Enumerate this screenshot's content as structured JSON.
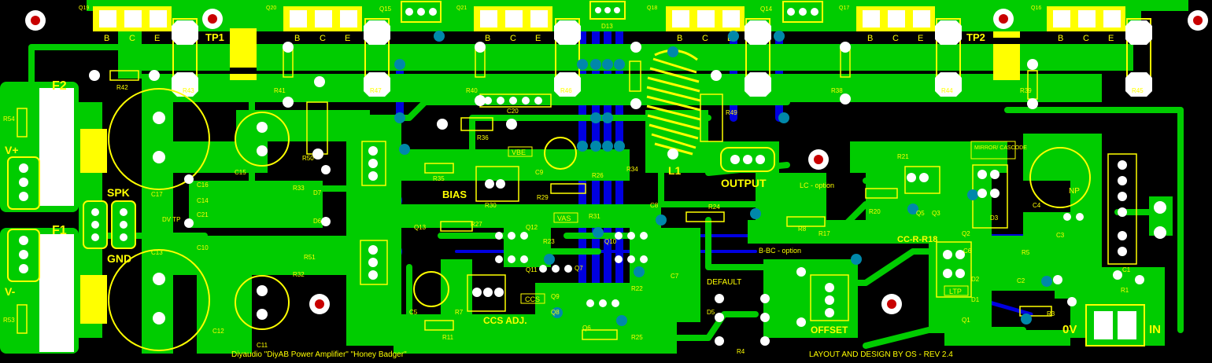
{
  "colors": {
    "background": "#000000",
    "copper_top": "#00cc00",
    "copper_bottom": "#0000e0",
    "silkscreen": "#ffff00",
    "pad": "#ffffff",
    "via": "#0088aa",
    "hole": "#c80000"
  },
  "transistors_top": [
    {
      "ref": "Q19",
      "pins": [
        "B",
        "C",
        "E"
      ]
    },
    {
      "ref": "Q20",
      "pins": [
        "B",
        "C",
        "E"
      ]
    },
    {
      "ref": "Q21",
      "pins": [
        "B",
        "C",
        "E"
      ]
    },
    {
      "ref": "Q18",
      "pins": [
        "B",
        "C",
        "E"
      ]
    },
    {
      "ref": "Q17",
      "pins": [
        "B",
        "C",
        "E"
      ]
    },
    {
      "ref": "Q16",
      "pins": [
        "B",
        "C",
        "E"
      ]
    }
  ],
  "labels": {
    "tp1": "TP1",
    "tp2": "TP2",
    "spk": "SPK",
    "gnd": "GND",
    "dv_tp": "DV TP",
    "l1": "L1",
    "output": "OUTPUT",
    "bias": "BIAS",
    "vbe": "VBE",
    "vas": "VAS",
    "ccs": "CCS",
    "ccs_adj": "CCS ADJ.",
    "default": "DEFAULT",
    "offset": "OFFSET",
    "lc_option": "LC - option",
    "bc_option": "B-BC - option",
    "mirror_cascode": "MIRROR/ CASCODE",
    "ltp": "LTP",
    "cc_r": "CC-R-R18",
    "np": "NP",
    "zero_v": "0V",
    "in": "IN",
    "f2": "F2",
    "f1": "F1",
    "v_plus": "V+",
    "v_minus": "V-"
  },
  "refs": [
    "R42",
    "R41",
    "R40",
    "R38",
    "R39",
    "R43",
    "R47",
    "R45",
    "R44",
    "R46",
    "R34",
    "R49",
    "R54",
    "R53",
    "R50",
    "R36",
    "R35",
    "R33",
    "R32",
    "R51",
    "R29",
    "R30",
    "R31",
    "R26",
    "R24",
    "R27",
    "R23",
    "R22",
    "R25",
    "R11",
    "R7",
    "R5",
    "R3",
    "R1",
    "R8",
    "R20",
    "R21",
    "R4",
    "R17",
    "C20",
    "C17",
    "C13",
    "C15",
    "C16",
    "C14",
    "C21",
    "C10",
    "C12",
    "C11",
    "C9",
    "C8",
    "C7",
    "C6",
    "C5",
    "C4",
    "C3",
    "C2",
    "C1",
    "D13",
    "D7",
    "D6",
    "D5",
    "D3",
    "D2",
    "D1",
    "Q15",
    "Q14",
    "Q13",
    "Q12",
    "Q11",
    "Q10",
    "Q9",
    "Q8",
    "Q7",
    "Q6",
    "Q5",
    "Q3",
    "Q2",
    "Q1"
  ],
  "footer": {
    "left": "Diyaudio \"DiyAB Power Amplifier\" \"Honey Badger\"",
    "right": "LAYOUT AND DESIGN BY OS - REV 2.4"
  }
}
